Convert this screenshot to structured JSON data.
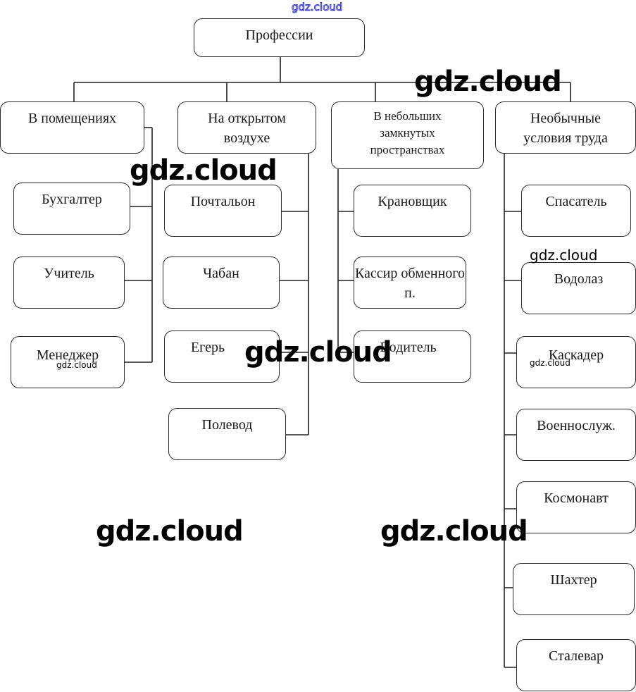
{
  "watermark": "gdz.cloud",
  "root": {
    "label": "Профессии"
  },
  "categories": [
    {
      "label": "В помещениях",
      "children": [
        "Бухгалтер",
        "Учитель",
        "Менеджер"
      ]
    },
    {
      "label": "На открытом воздухе",
      "children": [
        "Почтальон",
        "Чабан",
        "Егерь",
        "Полевод"
      ]
    },
    {
      "label": "В небольших замкнутых пространствах",
      "children": [
        "Крановщик",
        "Кассир обменного п.",
        "Водитель"
      ]
    },
    {
      "label": "Необычные условия труда",
      "children": [
        "Спасатель",
        "Водолаз",
        "Каскадер",
        "Военнослуж.",
        "Космонавт",
        "Шахтер",
        "Сталевар"
      ]
    }
  ]
}
